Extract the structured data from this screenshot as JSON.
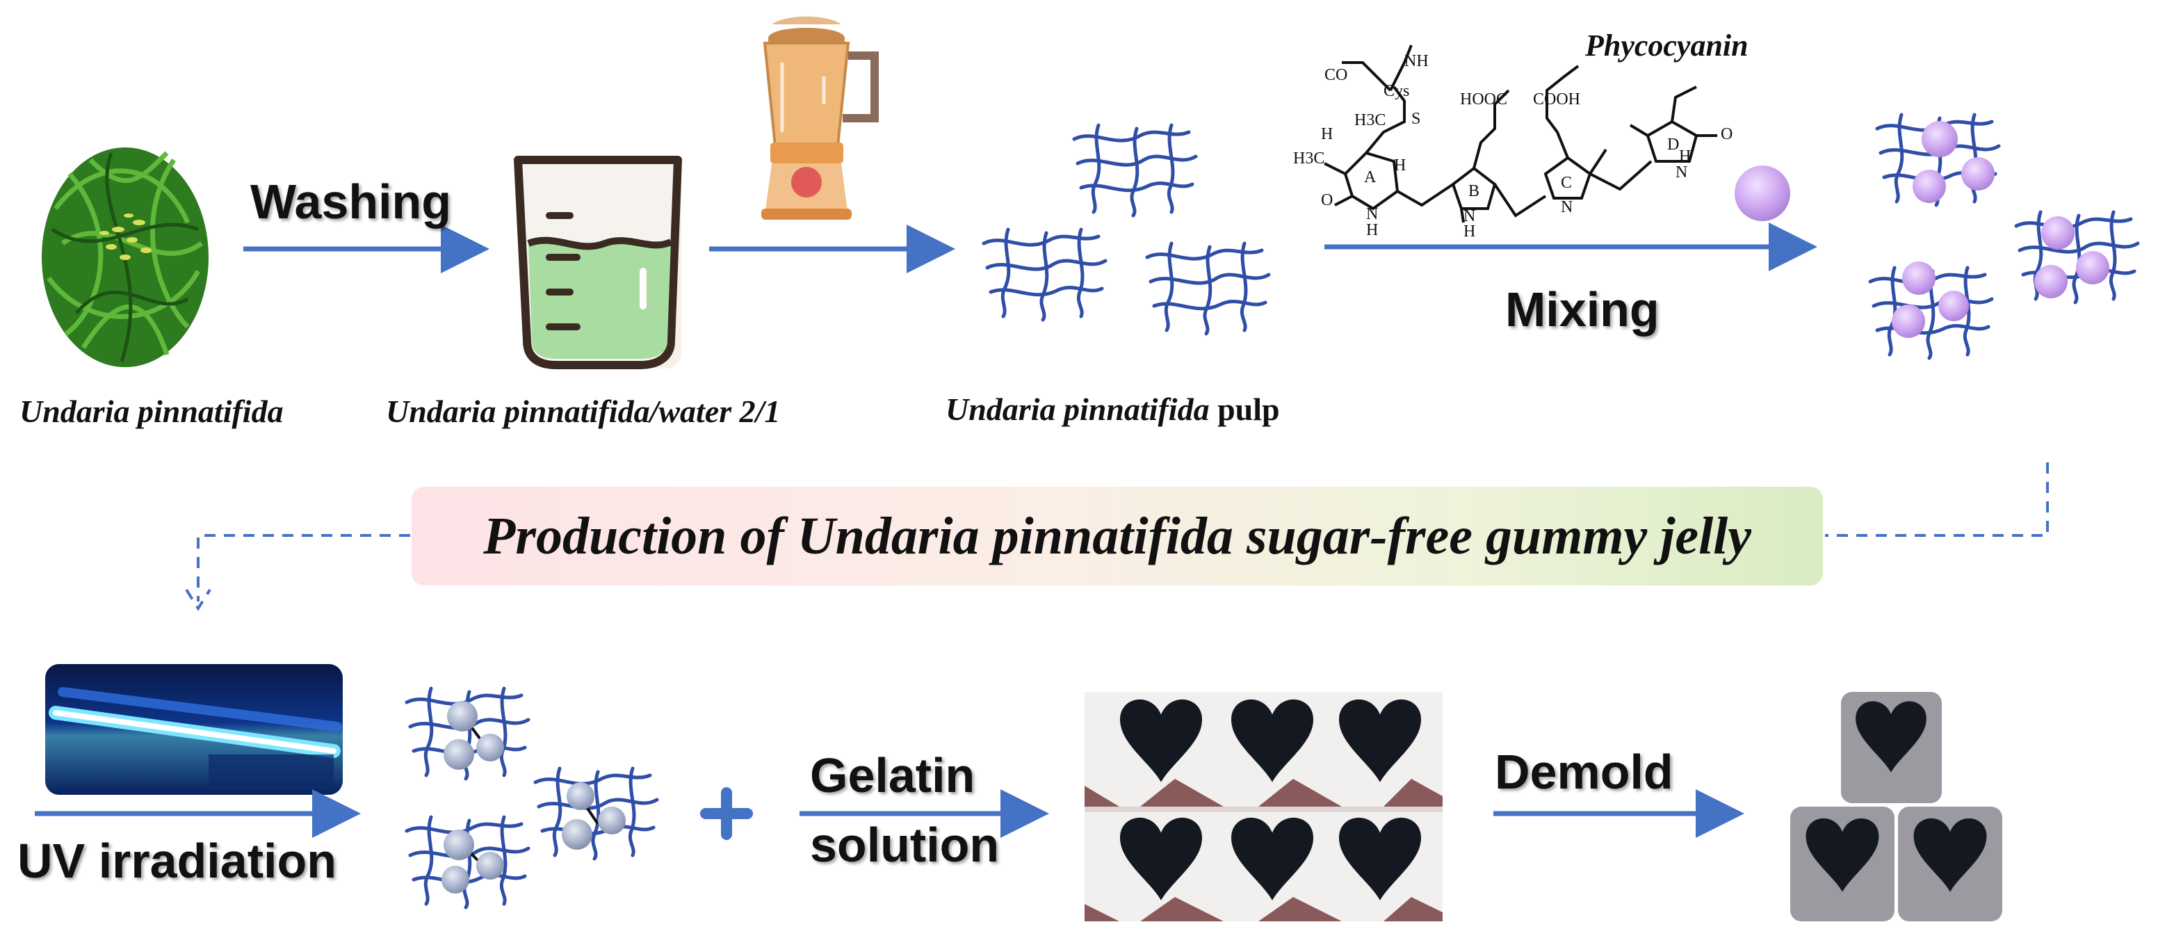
{
  "labels": {
    "undaria": "Undaria pinnatifida",
    "mixture": "Undaria pinnatifida/water 2/1",
    "pulp_italic": "Undaria pinnatifida",
    "pulp_plain": "pulp",
    "phycocyanin": "Phycocyanin"
  },
  "steps": {
    "washing": "Washing",
    "mixing": "Mixing",
    "uv": "UV irradiation",
    "gelatin_line1": "Gelatin",
    "gelatin_line2": "solution",
    "demold": "Demold"
  },
  "banner": "Production of Undaria pinnatifida sugar-free gummy jelly",
  "structure": {
    "co": "CO",
    "nh": "NH",
    "cys": "Cys",
    "s": "S",
    "hooc": "HOOC",
    "cooh": "COOH",
    "h3c_a": "H3C",
    "h3c_b": "H3C",
    "h_1": "H",
    "h_2": "H",
    "ring_a": "A",
    "ring_b": "B",
    "ring_c": "C",
    "ring_d": "D",
    "o_left": "O",
    "o_right": "O",
    "n_a": "N",
    "h_a": "H",
    "n_b": "N",
    "h_b": "H",
    "n_c": "N",
    "n_d": "N",
    "h_d": "H"
  },
  "colors": {
    "arrow": "#4472c4",
    "fiber": "#2f4ea8",
    "dot_purple": "#c9a3ea",
    "dot_gray": "#a9b4cc",
    "heart_bg": "#8a5a5a",
    "jelly": "#141820"
  }
}
